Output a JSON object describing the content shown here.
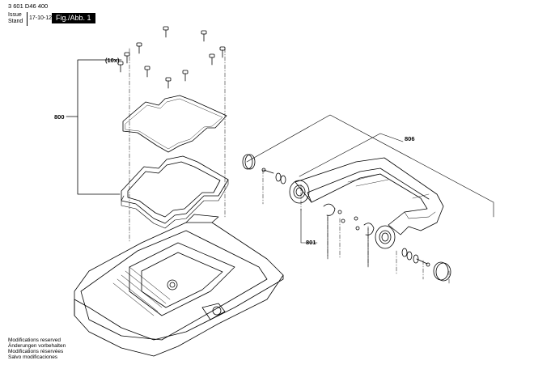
{
  "header": {
    "part_number": "3 601 D46 400",
    "issue_label_line1": "Issue",
    "issue_label_line2": "Stand",
    "issue_date": "17-10-12",
    "figure_label": "Fig./Abb. 1"
  },
  "callouts": {
    "screws_qty": "(10x)",
    "panel_assembly": "800",
    "frame_assembly": "806",
    "hinge_set": "801"
  },
  "disclaimer": [
    "Modifications reserved",
    "Änderungen vorbehalten",
    "Modifications réservées",
    "Salvo modificaciones"
  ]
}
